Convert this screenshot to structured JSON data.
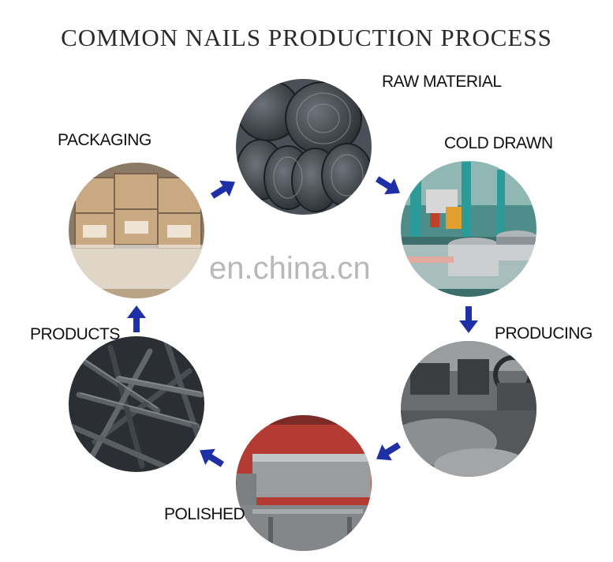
{
  "title": "COMMON NAILS PRODUCTION PROCESS",
  "watermark": "en.china.cn",
  "steps": {
    "raw_material": "RAW MATERIAL",
    "cold_drawn": "COLD DRAWN",
    "producing": "PRODUCING",
    "polished": "POLISHED",
    "products": "PRODUCTS",
    "packaging": "PACKAGING"
  },
  "colors": {
    "arrow": "#1f2fa8",
    "title": "#2a2a2a",
    "label": "#111111"
  }
}
